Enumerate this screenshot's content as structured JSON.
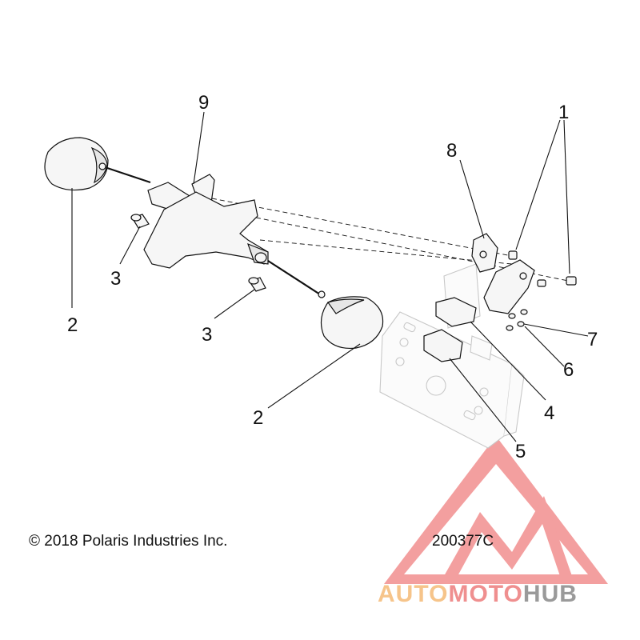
{
  "callouts": [
    {
      "id": "c1",
      "label": "1"
    },
    {
      "id": "c2a",
      "label": "2"
    },
    {
      "id": "c2b",
      "label": "2"
    },
    {
      "id": "c3a",
      "label": "3"
    },
    {
      "id": "c3b",
      "label": "3"
    },
    {
      "id": "c4",
      "label": "4"
    },
    {
      "id": "c5",
      "label": "5"
    },
    {
      "id": "c6",
      "label": "6"
    },
    {
      "id": "c7",
      "label": "7"
    },
    {
      "id": "c8",
      "label": "8"
    },
    {
      "id": "c9",
      "label": "9"
    }
  ],
  "footer": {
    "copyright": "© 2018 Polaris Industries Inc.",
    "diagram_code": "200377C"
  },
  "watermark": {
    "part1": "AUTO",
    "part2": "MOTO",
    "part3": "HUB",
    "color_auto": "#f6c48a",
    "color_moto": "#ef8f8f",
    "color_hub": "#9a9a9a",
    "color_logo": "#ef7f7f"
  }
}
